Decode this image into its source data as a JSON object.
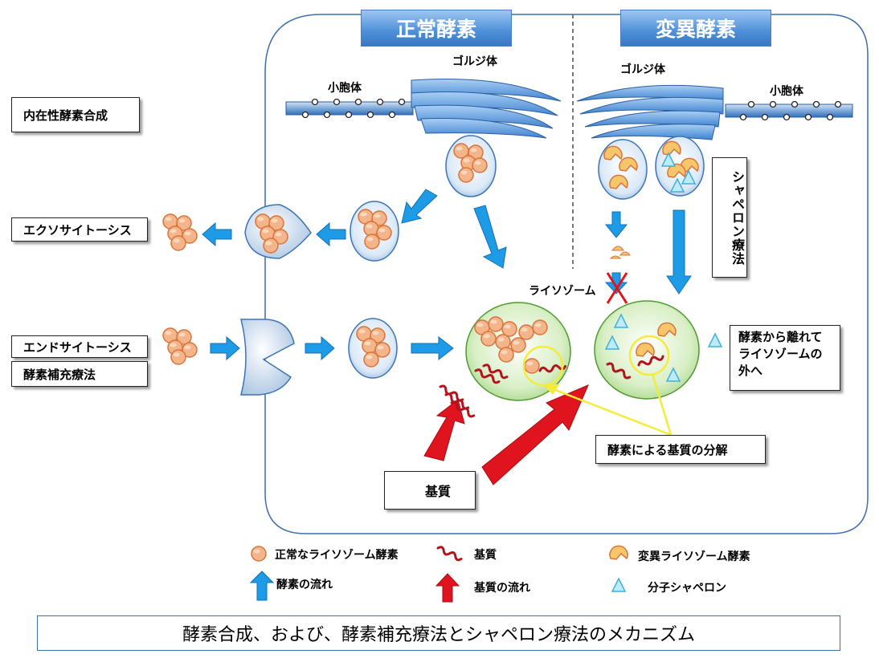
{
  "header_normal": "正常酵素",
  "header_mutant": "変異酵素",
  "labels": {
    "golgi_left": "ゴルジ体",
    "golgi_right": "ゴルジ体",
    "vesicle_left": "小胞体",
    "vesicle_right": "小胞体",
    "lysosome": "ライソゾーム"
  },
  "side_boxes": {
    "endogenous": "内在性酵素合成",
    "exocytosis": "エクソサイトーシス",
    "endocytosis": "エンドサイトーシス",
    "ert": "酵素補充療法"
  },
  "chaperone_therapy": "シャペロン療法",
  "leave_note": "酵素から離れてライソゾームの外へ",
  "degradation_note": "酵素による基質の分解",
  "substrate_box": "基質",
  "legend": {
    "normal_enzyme": "正常なライソゾーム酵素",
    "substrate": "基質",
    "mutant_enzyme": "変異ライソゾーム酵素",
    "enzyme_flow": "酵素の流れ",
    "substrate_flow": "基質の流れ",
    "chaperone": "分子シャペロン"
  },
  "caption": "酵素合成、および、酵素補充療法とシャペロン療法のメカニズム",
  "colors": {
    "enzyme_fill": "#f5b58a",
    "enzyme_stroke": "#d9743c",
    "arrow_blue": "#1e9be6",
    "arrow_red": "#e0141e",
    "lysosome_fill": "#d4edbd",
    "chaperone": "#8fd6ec"
  }
}
